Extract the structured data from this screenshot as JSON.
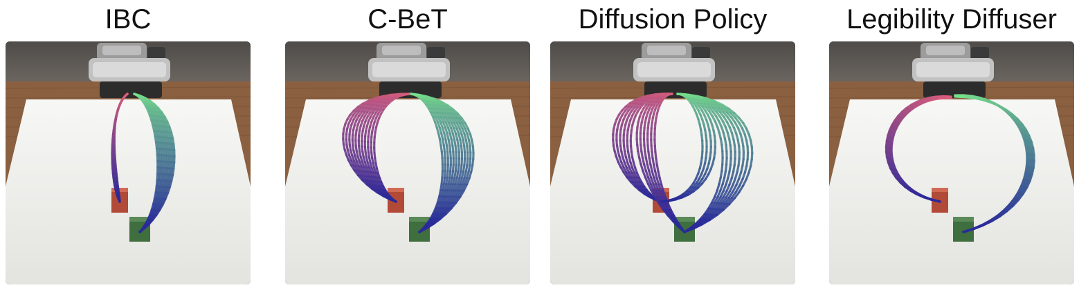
{
  "panels": [
    {
      "title": "IBC"
    },
    {
      "title": "C-BeT"
    },
    {
      "title": "Diffusion Policy"
    },
    {
      "title": "Legibility Diffuser"
    }
  ],
  "colors": {
    "trajectory_start_left": "#e0607a",
    "trajectory_start_right": "#7ae58a",
    "trajectory_end": "#2a2a9a",
    "table": "#eeeeec",
    "wall": "#5f5b57",
    "floor": "#8a6040",
    "red_cube": "#b24a38",
    "green_cube": "#3f6e3f"
  }
}
